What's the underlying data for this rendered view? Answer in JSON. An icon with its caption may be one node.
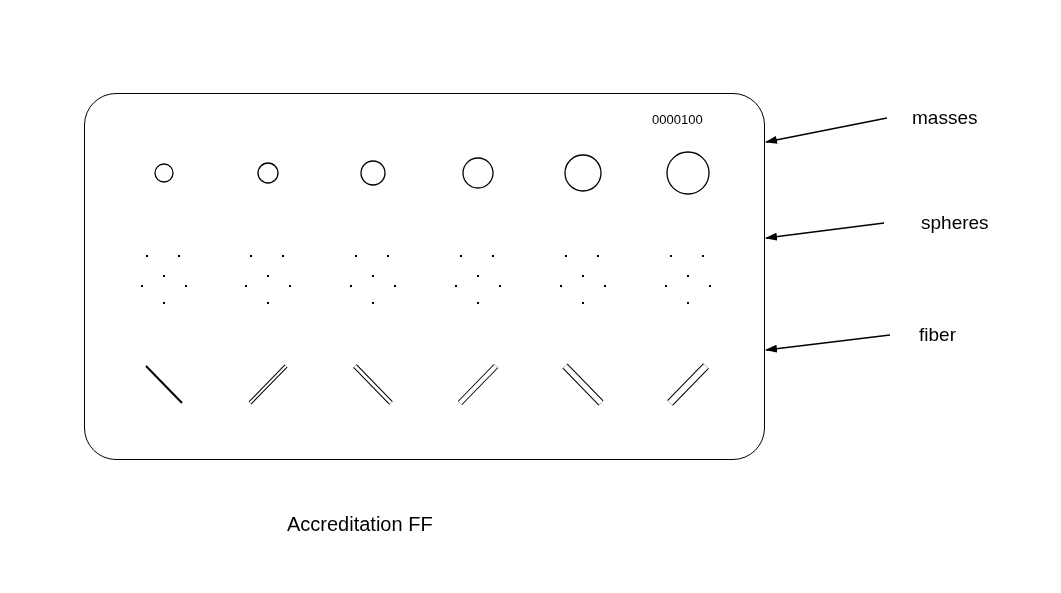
{
  "diagram": {
    "caption": "Accreditation FF",
    "nodes": [
      {
        "text": [],
        "shape": "box"
      },
      {
        "text": [
          "masses"
        ]
      },
      {
        "text": [
          "spheres"
        ]
      },
      {
        "text": [
          "fiber"
        ]
      }
    ],
    "edges": [
      {
        "from": 1,
        "to": 0,
        "arrow": "to"
      },
      {
        "from": 2,
        "to": 0,
        "arrow": "to"
      },
      {
        "from": 3,
        "to": 0,
        "arrow": "to"
      }
    ],
    "labels": [
      "0000100"
    ]
  }
}
